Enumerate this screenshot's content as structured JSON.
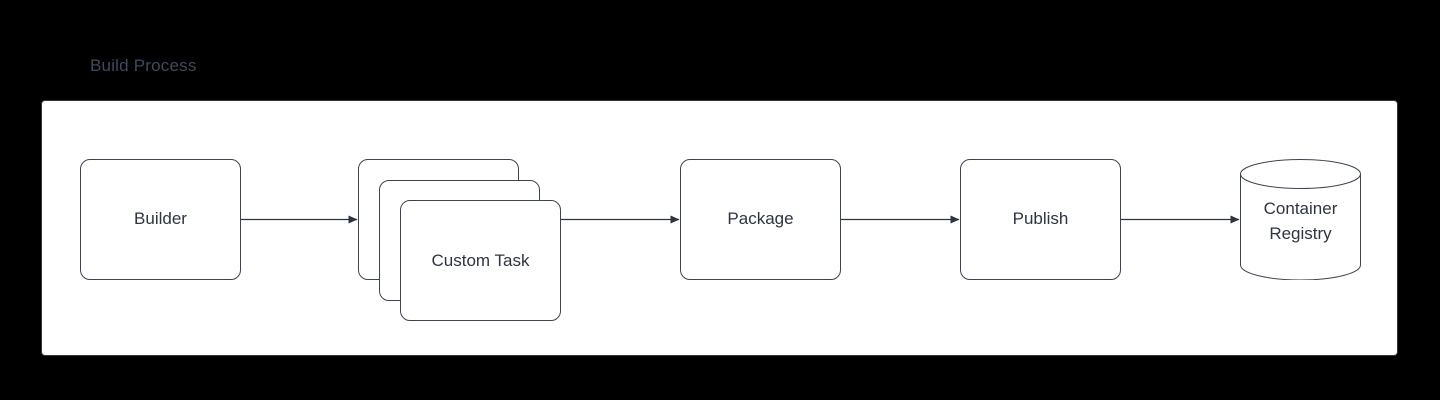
{
  "diagram": {
    "title": "Build Process",
    "type": "flow-diagram",
    "background_color": "#000000",
    "panel_fill": "#ffffff",
    "stroke_color": "#3b4552",
    "text_color": "#2e3440",
    "title_color": "#3f4a5a"
  },
  "nodes": [
    {
      "id": "builder",
      "label": "Builder",
      "shape": "rounded-rectangle"
    },
    {
      "id": "custom-task",
      "label": "Custom Task",
      "shape": "stacked-rounded-rectangle",
      "stack_count": 3
    },
    {
      "id": "custom-task-mid",
      "label": "Custom Task",
      "shape": "rounded-rectangle"
    },
    {
      "id": "custom-task-back",
      "label": "Custom Task",
      "shape": "rounded-rectangle"
    },
    {
      "id": "package",
      "label": "Package",
      "shape": "rounded-rectangle"
    },
    {
      "id": "publish",
      "label": "Publish",
      "shape": "rounded-rectangle"
    },
    {
      "id": "container-registry",
      "label": "Container Registry",
      "label_line_1": "Container",
      "label_line_2": "Registry",
      "shape": "cylinder"
    }
  ],
  "edges": [
    {
      "from": "builder",
      "to": "custom-task",
      "style": "solid",
      "arrowhead": "filled-triangle"
    },
    {
      "from": "custom-task",
      "to": "package",
      "style": "solid",
      "arrowhead": "filled-triangle"
    },
    {
      "from": "package",
      "to": "publish",
      "style": "solid",
      "arrowhead": "filled-triangle"
    },
    {
      "from": "publish",
      "to": "container-registry",
      "style": "solid",
      "arrowhead": "filled-triangle"
    }
  ]
}
